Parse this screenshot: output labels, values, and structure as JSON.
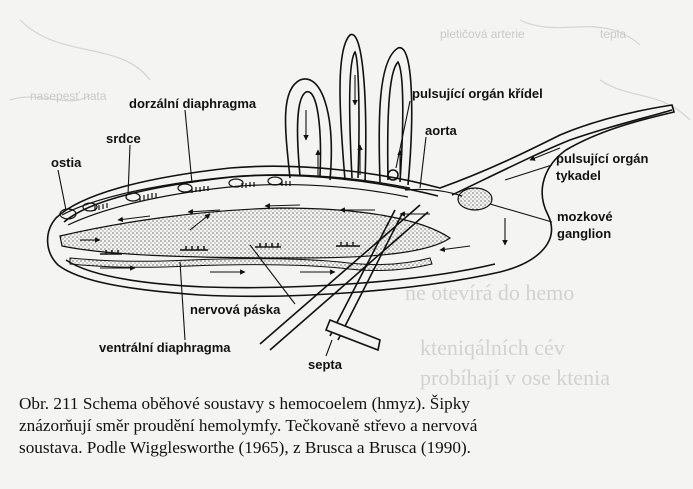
{
  "labels": {
    "ostia": "ostia",
    "srdce": "srdce",
    "dorzalni_diaphragma": "dorzální diaphragma",
    "pulsujici_organ_kridel": "pulsující orgán křídel",
    "aorta": "aorta",
    "pulsujici_organ_tykadel_line1": "pulsující orgán",
    "pulsujici_organ_tykadel_line2": "tykadel",
    "mozkove_ganglion_line1": "mozkové",
    "mozkove_ganglion_line2": "ganglion",
    "nervova_paska": "nervová páska",
    "ventralni_diaphragma": "ventrální diaphragma",
    "septa": "septa"
  },
  "caption": {
    "line1": "Obr. 211  Schema oběhové soustavy s hemocoelem (hmyz). Šipky",
    "line2": "znázorňují směr proudění hemolymfy. Tečkovaně střevo a nervová",
    "line3": "soustava. Podle Wigglesworthe (1965), z Brusca a Brusca (1990)."
  },
  "colors": {
    "ink": "#111111",
    "paper": "#f4f4f2",
    "bleed": "#c9c9c6"
  }
}
